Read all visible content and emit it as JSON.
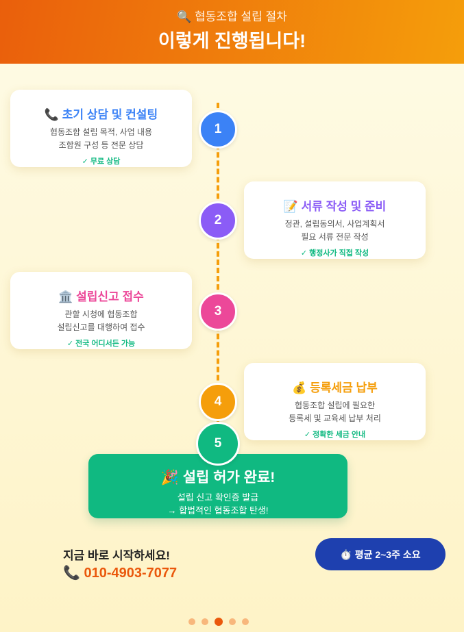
{
  "header": {
    "subtitle": "🔍 협동조합 설립 절차",
    "title": "이렇게 진행됩니다!"
  },
  "steps": [
    {
      "number": "1",
      "icon": "📞",
      "title": "초기 상담 및 컨설팅",
      "line1": "협동조합 설립 목적, 사업 내용",
      "line2": "조합원 구성 등 전문 상담",
      "check": "✓ 무료 상담",
      "color": "#3b82f6"
    },
    {
      "number": "2",
      "icon": "📝",
      "title": "서류 작성 및 준비",
      "line1": "정관, 설립동의서, 사업계획서",
      "line2": "필요 서류 전문 작성",
      "check": "✓ 행정사가 직접 작성",
      "color": "#8b5cf6"
    },
    {
      "number": "3",
      "icon": "🏛️",
      "title": "설립신고 접수",
      "line1": "관할 시청에 협동조합",
      "line2": "설립신고를 대행하여 접수",
      "check": "✓ 전국 어디서든 가능",
      "color": "#ec4899"
    },
    {
      "number": "4",
      "icon": "💰",
      "title": "등록세금 납부",
      "line1": "협동조합 설립에 필요한",
      "line2": "등록세 및 교육세 납부 처리",
      "check": "✓ 정확한 세금 안내",
      "color": "#f59e0b"
    }
  ],
  "final": {
    "number": "5",
    "icon": "🎉",
    "title": "설립 허가 완료!",
    "line1": "설립 신고 확인증 발급",
    "line2": "→ 합법적인 협동조합 탄생!",
    "color": "#10b981"
  },
  "footer": {
    "cta": "지금 바로 시작하세요!",
    "phone_icon": "📞",
    "phone": "010-4903-7077",
    "duration": "⏱️ 평균 2~3주 소요"
  },
  "pagination": {
    "total": 5,
    "current": 3
  }
}
